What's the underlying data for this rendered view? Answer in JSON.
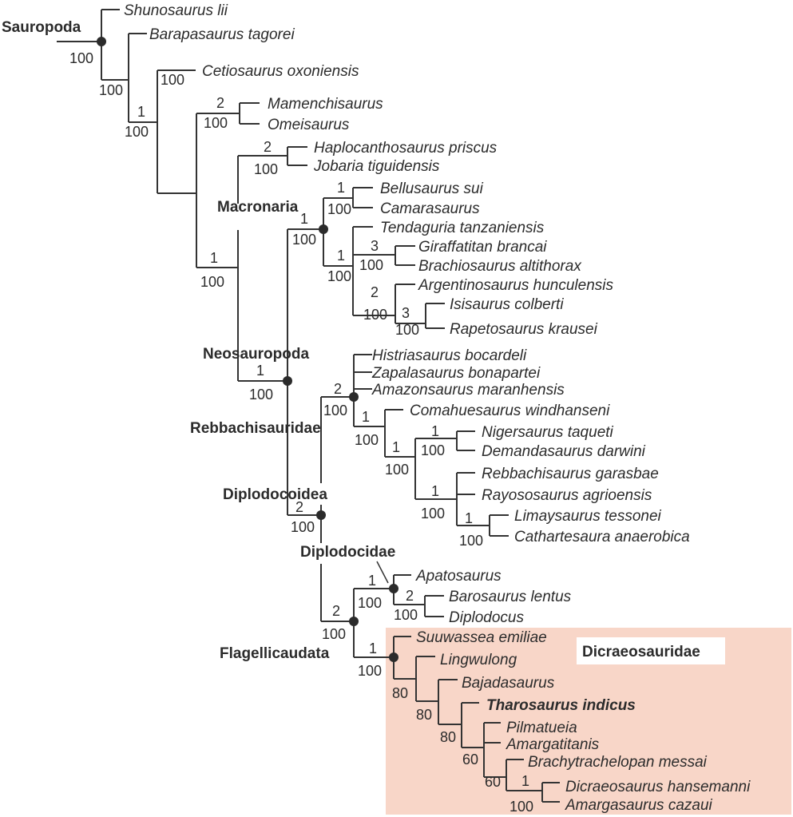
{
  "colors": {
    "branch": "#333333",
    "text": "#2b2b2b",
    "highlight_box": "#f8d6c8",
    "label_box": "#ffffff"
  },
  "highlight": {
    "label": "Dicraeosauridae"
  },
  "clade_labels": {
    "sauropoda": "Sauropoda",
    "macronaria": "Macronaria",
    "neosauropoda": "Neosauropoda",
    "rebbachisauridae": "Rebbachisauridae",
    "diplodocoidea": "Diplodocoidea",
    "diplodocidae": "Diplodocidae",
    "flagellicaudata": "Flagellicaudata"
  },
  "taxa": [
    {
      "name": "Shunosaurus lii",
      "focal": false
    },
    {
      "name": "Barapasaurus tagorei",
      "focal": false
    },
    {
      "name": "Cetiosaurus oxoniensis",
      "focal": false
    },
    {
      "name": "Mamenchisaurus",
      "focal": false
    },
    {
      "name": "Omeisaurus",
      "focal": false
    },
    {
      "name": "Haplocanthosaurus priscus",
      "focal": false
    },
    {
      "name": "Jobaria tiguidensis",
      "focal": false
    },
    {
      "name": "Bellusaurus sui",
      "focal": false
    },
    {
      "name": "Camarasaurus",
      "focal": false
    },
    {
      "name": "Tendaguria tanzaniensis",
      "focal": false
    },
    {
      "name": "Giraffatitan brancai",
      "focal": false
    },
    {
      "name": "Brachiosaurus altithorax",
      "focal": false
    },
    {
      "name": "Argentinosaurus hunculensis",
      "focal": false
    },
    {
      "name": "Isisaurus colberti",
      "focal": false
    },
    {
      "name": "Rapetosaurus krausei",
      "focal": false
    },
    {
      "name": "Histriasaurus bocardeli",
      "focal": false
    },
    {
      "name": "Zapalasaurus bonapartei",
      "focal": false
    },
    {
      "name": "Amazonsaurus maranhensis",
      "focal": false
    },
    {
      "name": "Comahuesaurus windhanseni",
      "focal": false
    },
    {
      "name": "Nigersaurus taqueti",
      "focal": false
    },
    {
      "name": "Demandasaurus darwini",
      "focal": false
    },
    {
      "name": "Rebbachisaurus garasbae",
      "focal": false
    },
    {
      "name": "Rayososaurus agrioensis",
      "focal": false
    },
    {
      "name": "Limaysaurus tessonei",
      "focal": false
    },
    {
      "name": "Cathartesaura anaerobica",
      "focal": false
    },
    {
      "name": "Apatosaurus",
      "focal": false
    },
    {
      "name": "Barosaurus lentus",
      "focal": false
    },
    {
      "name": "Diplodocus",
      "focal": false
    },
    {
      "name": "Suuwassea emiliae",
      "focal": false
    },
    {
      "name": "Lingwulong",
      "focal": false
    },
    {
      "name": "Bajadasaurus",
      "focal": false
    },
    {
      "name": "Tharosaurus indicus",
      "focal": true
    },
    {
      "name": "Pilmatueia",
      "focal": false
    },
    {
      "name": "Amargatitanis",
      "focal": false
    },
    {
      "name": "Brachytrachelopan messai",
      "focal": false
    },
    {
      "name": "Dicraeosaurus hansemanni",
      "focal": false
    },
    {
      "name": "Amargasaurus cazaui",
      "focal": false
    }
  ],
  "support_values": [
    {
      "node": "sauropoda",
      "bremer": "",
      "bootstrap": "100"
    },
    {
      "node": "barapasaurus+",
      "bremer": "",
      "bootstrap": "100"
    },
    {
      "node": "cetiosaurus+",
      "bremer": "1",
      "bootstrap": "100"
    },
    {
      "node": "cetiosaurus-branch",
      "bremer": "",
      "bootstrap": "100"
    },
    {
      "node": "mamenchisauridae+",
      "bremer": "2",
      "bootstrap": "100"
    },
    {
      "node": "mamenchisaurus+omeisaurus",
      "bremer": "2",
      "bootstrap": "100"
    },
    {
      "node": "neosauropoda+haplo",
      "bremer": "1",
      "bootstrap": "100"
    },
    {
      "node": "haplo+jobaria",
      "bremer": "2",
      "bootstrap": "100"
    },
    {
      "node": "neosauropoda",
      "bremer": "1",
      "bootstrap": "100"
    },
    {
      "node": "macronaria",
      "bremer": "1",
      "bootstrap": "100"
    },
    {
      "node": "bellusaurus+camarasaurus",
      "bremer": "1",
      "bootstrap": "100"
    },
    {
      "node": "titanosauriformes",
      "bremer": "1",
      "bootstrap": "100"
    },
    {
      "node": "giraffatitan+brachiosaurus",
      "bremer": "3",
      "bootstrap": "100"
    },
    {
      "node": "titanosauria",
      "bremer": "2",
      "bootstrap": "100"
    },
    {
      "node": "isisaurus+rapetosaurus",
      "bremer": "3",
      "bootstrap": "100"
    },
    {
      "node": "rebbachisauridae",
      "bremer": "2",
      "bootstrap": "100"
    },
    {
      "node": "comahuesaurus+",
      "bremer": "1",
      "bootstrap": "100"
    },
    {
      "node": "nigersaurus+",
      "bremer": "1",
      "bootstrap": "100"
    },
    {
      "node": "nigersaurus+demandasaurus",
      "bremer": "1",
      "bootstrap": "100"
    },
    {
      "node": "rebbachisaurus+",
      "bremer": "1",
      "bootstrap": "100"
    },
    {
      "node": "limaysaurus+cathartesaura",
      "bremer": "1",
      "bootstrap": "100"
    },
    {
      "node": "diplodocoidea",
      "bremer": "2",
      "bootstrap": "100"
    },
    {
      "node": "flagellicaudata",
      "bremer": "2",
      "bootstrap": "100"
    },
    {
      "node": "diplodocidae",
      "bremer": "1",
      "bootstrap": "100"
    },
    {
      "node": "barosaurus+diplodocus",
      "bremer": "2",
      "bootstrap": "100"
    },
    {
      "node": "dicraeosauridae",
      "bremer": "1",
      "bootstrap": "100"
    },
    {
      "node": "lingwulong+",
      "bremer": "",
      "bootstrap": "80"
    },
    {
      "node": "bajadasaurus+",
      "bremer": "",
      "bootstrap": "80"
    },
    {
      "node": "tharosaurus+",
      "bremer": "",
      "bootstrap": "80"
    },
    {
      "node": "pilmatueia+",
      "bremer": "",
      "bootstrap": "60"
    },
    {
      "node": "brachytrachelopan+",
      "bremer": "",
      "bootstrap": "60"
    },
    {
      "node": "dicraeosaurus+amargasaurus",
      "bremer": "1",
      "bootstrap": "100"
    }
  ]
}
